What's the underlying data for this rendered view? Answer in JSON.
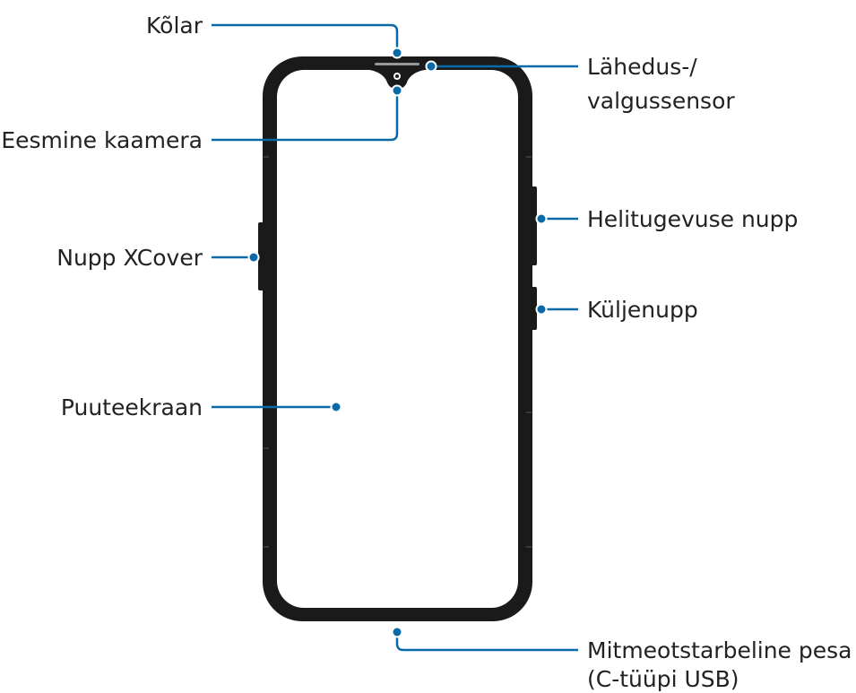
{
  "colors": {
    "callout": "#0a6aa8",
    "device_outline": "#1a1a1a",
    "label_text": "#222222"
  },
  "labels": {
    "speaker": "Kõlar",
    "front_camera": "Eesmine kaamera",
    "xcover_key": "Nupp XCover",
    "touchscreen": "Puuteekraan",
    "proximity_line1": "Lähedus-/",
    "proximity_line2": "valgussensor",
    "volume_key": "Helitugevuse nupp",
    "side_key": "Küljenupp",
    "port_line1": "Mitmeotstarbeline pesa",
    "port_line2": "(C-tüüpi USB)"
  }
}
